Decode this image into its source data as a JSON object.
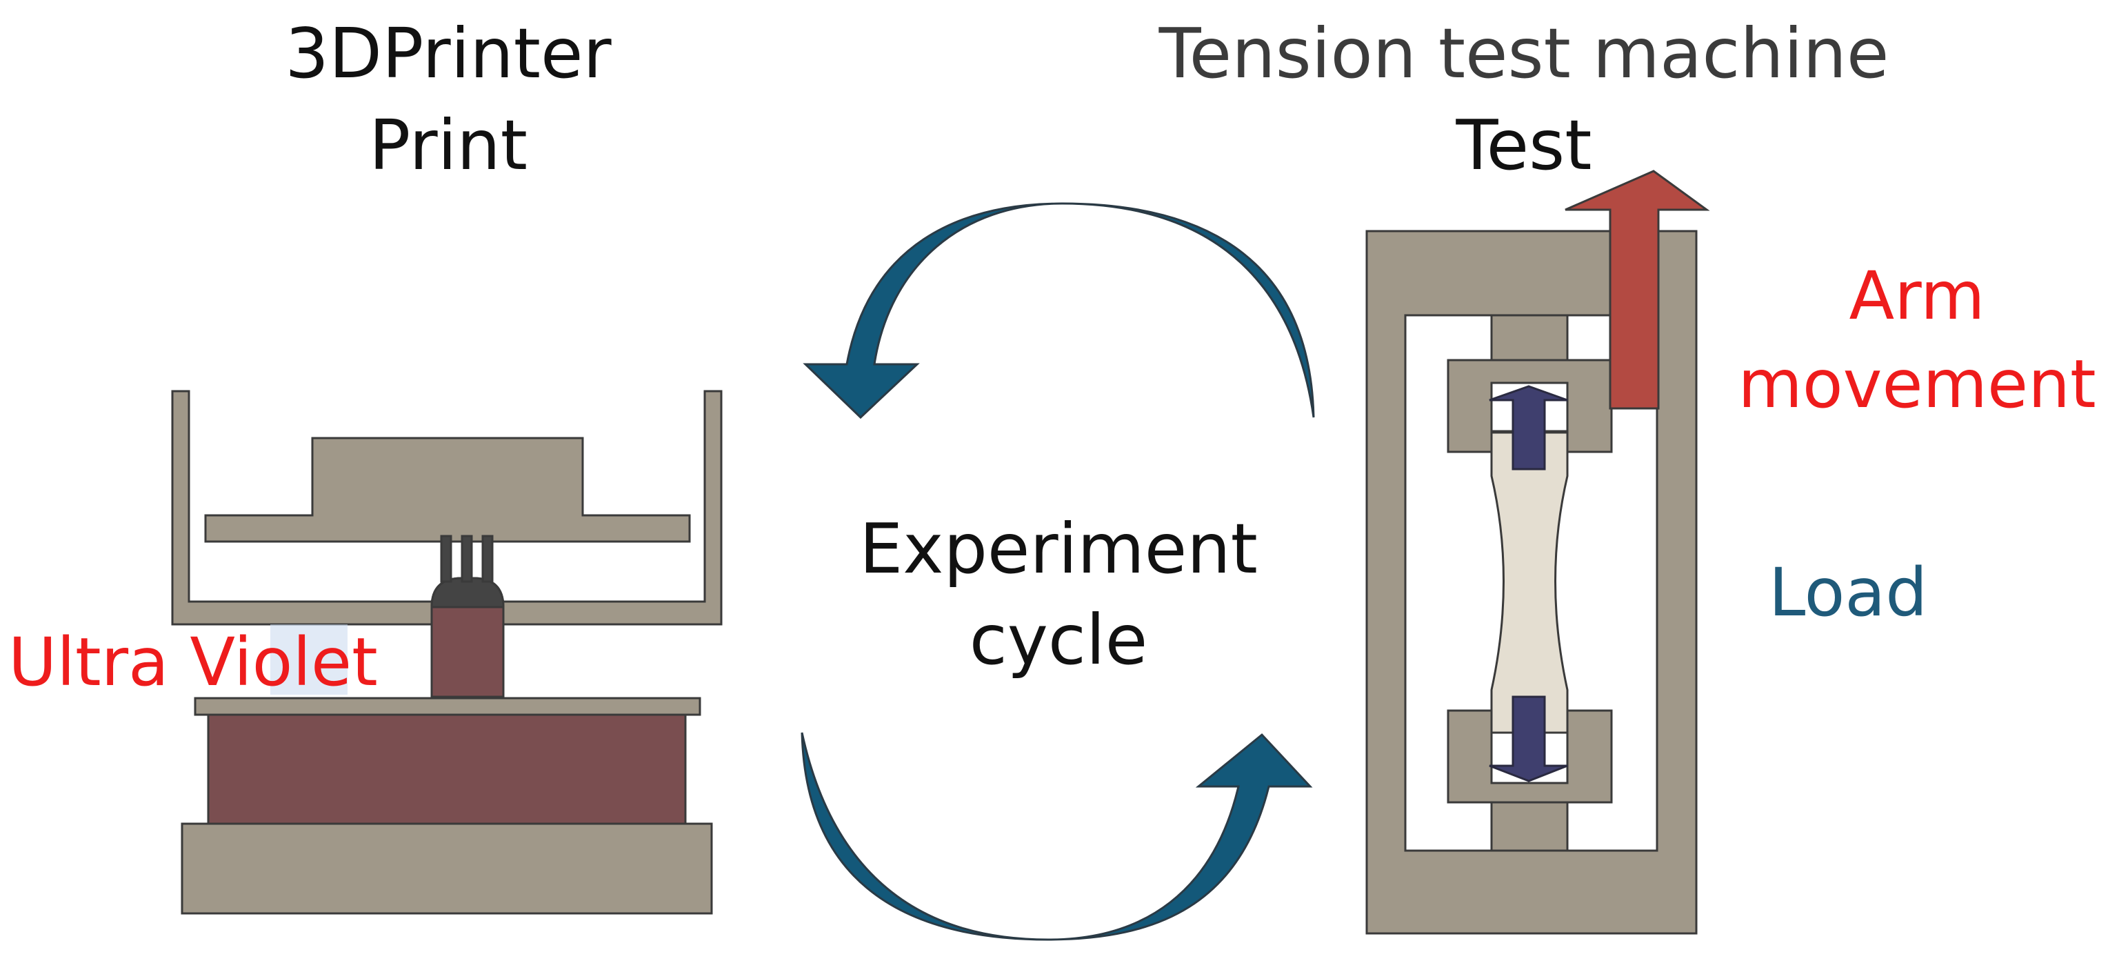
{
  "labels": {
    "printer_title": "3DPrinter",
    "printer_action": "Print",
    "machine_title": "Tension test machine",
    "machine_action": "Test",
    "cycle_line1": "Experiment",
    "cycle_line2": "cycle",
    "uv": "Ultra Violet",
    "arm_line1": "Arm",
    "arm_line2": "movement",
    "load": "Load"
  },
  "colors": {
    "machine_gray": "#A09889",
    "outline": "#3A3A3A",
    "resin": "#7A4E50",
    "nozzle": "#444444",
    "uv_glow": "#C9D9EE",
    "cycle_arrow": "#135879",
    "arm_arrow": "#B34A42",
    "load_arrow": "#3F3F6E",
    "specimen": "#E4DED1",
    "red_text": "#EE1C1C",
    "blue_text": "#1F5A7A",
    "black_text": "#111111",
    "gray_text": "#3C3C3C"
  }
}
